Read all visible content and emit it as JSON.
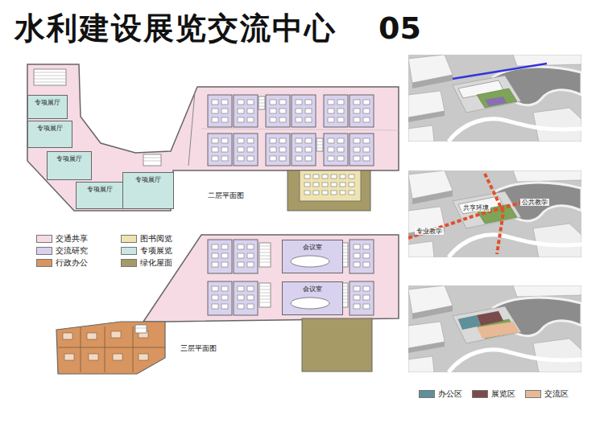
{
  "diagram": {
    "title": "水利建设展览交流中心",
    "nodes": [
      {
        "text": [
          "专项展厅"
        ]
      },
      {
        "text": [
          "专项展厅"
        ]
      },
      {
        "text": [
          "专项展厅"
        ]
      },
      {
        "text": [
          "专项展厅"
        ]
      },
      {
        "text": [
          "专项展厅"
        ]
      },
      {
        "text": [
          "会议室"
        ]
      },
      {
        "text": [
          "会议室"
        ]
      }
    ],
    "labels": [
      "05",
      "二层平面图",
      "三层平面图",
      "公共教学",
      "共享环境",
      "专业教学"
    ],
    "legend": [
      {
        "text": "交通共享",
        "color": "#f6dbe4"
      },
      {
        "text": "交流研究",
        "color": "#d8d2ef"
      },
      {
        "text": "行政办公",
        "color": "#d8955f"
      },
      {
        "text": "图书阅览",
        "color": "#efe4b0"
      },
      {
        "text": "专项展览",
        "color": "#c8e7e2"
      },
      {
        "text": "绿化屋面",
        "color": "#a69a66"
      },
      {
        "text": "办公区",
        "color": "#5f8f98"
      },
      {
        "text": "展览区",
        "color": "#7b4b4b"
      },
      {
        "text": "交流区",
        "color": "#e8b994"
      }
    ]
  }
}
